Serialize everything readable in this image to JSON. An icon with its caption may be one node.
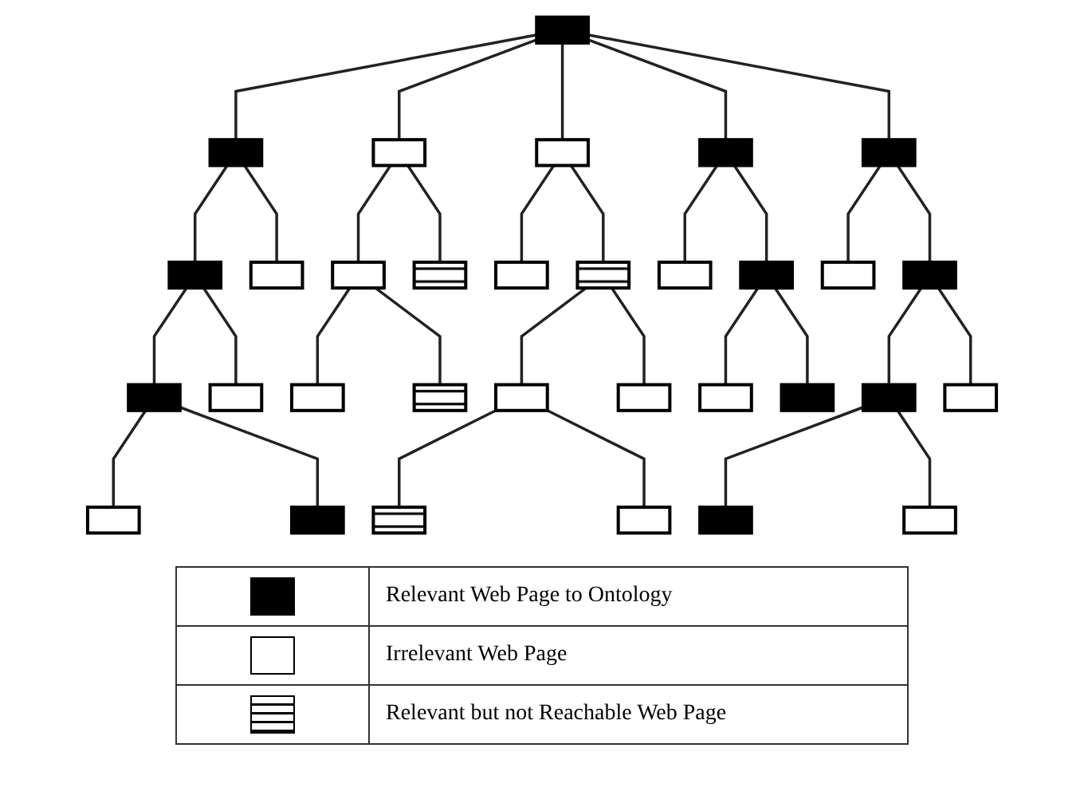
{
  "diagram": {
    "nodes": [
      {
        "text": [],
        "shape": "box"
      },
      {
        "text": [],
        "shape": "box"
      },
      {
        "text": [],
        "shape": "box"
      },
      {
        "text": [],
        "shape": "box"
      },
      {
        "text": [],
        "shape": "box"
      },
      {
        "text": [],
        "shape": "box"
      },
      {
        "text": [],
        "shape": "box"
      },
      {
        "text": [],
        "shape": "box"
      },
      {
        "text": [],
        "shape": "box"
      },
      {
        "text": [],
        "shape": "box"
      },
      {
        "text": [],
        "shape": "box"
      },
      {
        "text": [],
        "shape": "box"
      },
      {
        "text": [],
        "shape": "box"
      },
      {
        "text": [],
        "shape": "box"
      },
      {
        "text": [],
        "shape": "box"
      },
      {
        "text": [],
        "shape": "box"
      },
      {
        "text": [],
        "shape": "box"
      },
      {
        "text": [],
        "shape": "box"
      },
      {
        "text": [],
        "shape": "box"
      },
      {
        "text": [],
        "shape": "box"
      },
      {
        "text": [],
        "shape": "box"
      },
      {
        "text": [],
        "shape": "box"
      },
      {
        "text": [],
        "shape": "box"
      },
      {
        "text": [],
        "shape": "box"
      },
      {
        "text": [],
        "shape": "box"
      },
      {
        "text": [],
        "shape": "box"
      },
      {
        "text": [],
        "shape": "box"
      },
      {
        "text": [],
        "shape": "box"
      },
      {
        "text": [],
        "shape": "box"
      },
      {
        "text": [],
        "shape": "box"
      },
      {
        "text": [],
        "shape": "box"
      },
      {
        "text": [],
        "shape": "box"
      }
    ],
    "edges": [
      {
        "from": 0,
        "to": 1,
        "arrow": "none"
      },
      {
        "from": 0,
        "to": 2,
        "arrow": "none"
      },
      {
        "from": 0,
        "to": 3,
        "arrow": "none"
      },
      {
        "from": 0,
        "to": 4,
        "arrow": "none"
      },
      {
        "from": 0,
        "to": 5,
        "arrow": "none"
      },
      {
        "from": 1,
        "to": 6,
        "arrow": "none"
      },
      {
        "from": 1,
        "to": 7,
        "arrow": "none"
      },
      {
        "from": 2,
        "to": 8,
        "arrow": "none"
      },
      {
        "from": 2,
        "to": 9,
        "arrow": "none"
      },
      {
        "from": 3,
        "to": 10,
        "arrow": "none"
      },
      {
        "from": 3,
        "to": 11,
        "arrow": "none"
      },
      {
        "from": 4,
        "to": 12,
        "arrow": "none"
      },
      {
        "from": 4,
        "to": 13,
        "arrow": "none"
      },
      {
        "from": 5,
        "to": 14,
        "arrow": "none"
      },
      {
        "from": 5,
        "to": 15,
        "arrow": "none"
      },
      {
        "from": 6,
        "to": 16,
        "arrow": "none"
      },
      {
        "from": 6,
        "to": 17,
        "arrow": "none"
      },
      {
        "from": 8,
        "to": 18,
        "arrow": "none"
      },
      {
        "from": 8,
        "to": 19,
        "arrow": "none"
      },
      {
        "from": 11,
        "to": 20,
        "arrow": "none"
      },
      {
        "from": 11,
        "to": 21,
        "arrow": "none"
      },
      {
        "from": 13,
        "to": 22,
        "arrow": "none"
      },
      {
        "from": 13,
        "to": 23,
        "arrow": "none"
      },
      {
        "from": 15,
        "to": 24,
        "arrow": "none"
      },
      {
        "from": 15,
        "to": 25,
        "arrow": "none"
      },
      {
        "from": 16,
        "to": 26,
        "arrow": "none"
      },
      {
        "from": 16,
        "to": 27,
        "arrow": "none"
      },
      {
        "from": 20,
        "to": 28,
        "arrow": "none"
      },
      {
        "from": 20,
        "to": 29,
        "arrow": "none"
      },
      {
        "from": 24,
        "to": 30,
        "arrow": "none"
      },
      {
        "from": 24,
        "to": 31,
        "arrow": "none"
      }
    ],
    "legend": [
      {
        "text": "Relevant Web Page to Ontology",
        "color": "#000000"
      },
      {
        "text": "Irrelevant Web Page",
        "color": "#ffffff"
      },
      {
        "text": "Relevant but not Reachable Web Page"
      }
    ]
  }
}
